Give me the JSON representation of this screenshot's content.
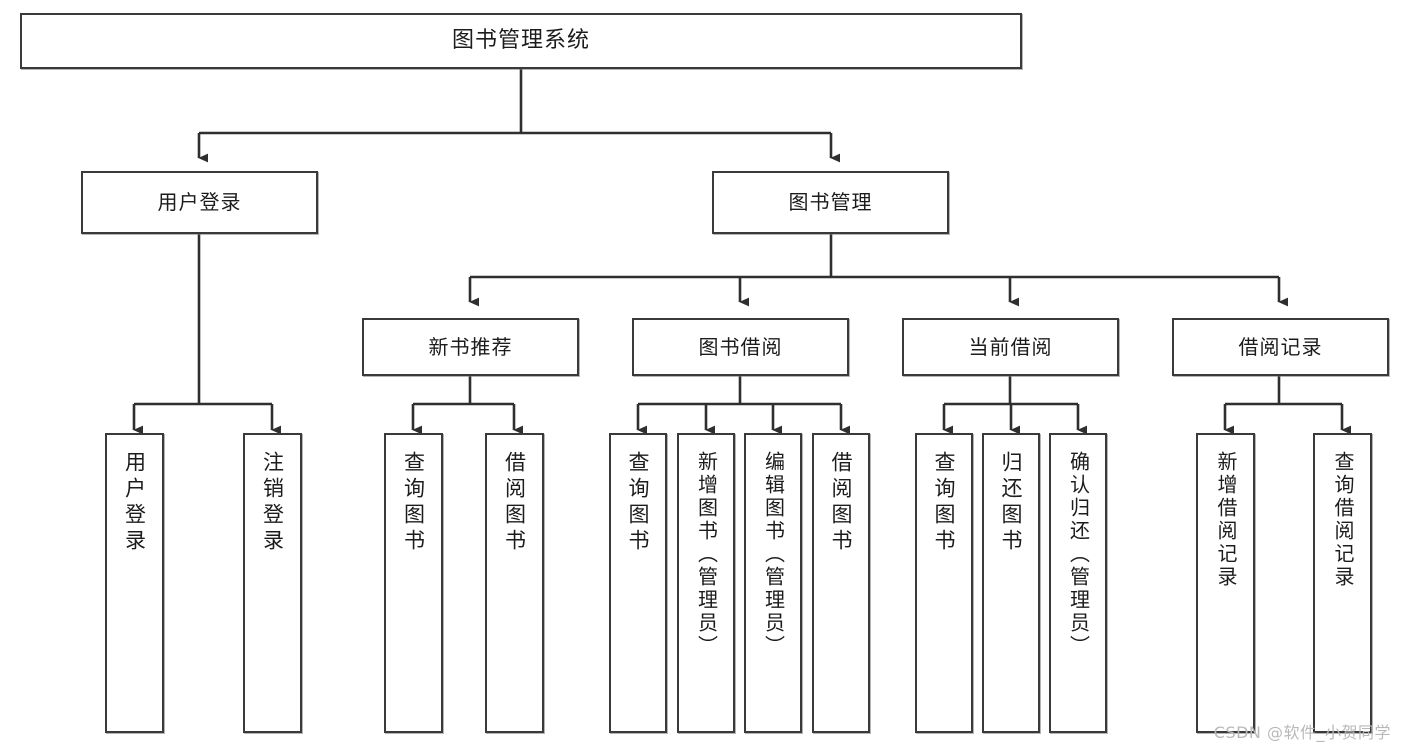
{
  "diagram": {
    "type": "tree",
    "title": "图书管理系统",
    "watermark": "CSDN @软件_小贺同学",
    "colors": {
      "box_border": "#3a3a3a",
      "box_fill": "#ffffff",
      "connector": "#2f2f2f",
      "text": "#1c1c1c",
      "watermark": "#b9b9b9"
    },
    "nodes": {
      "root": {
        "label": "图书管理系统"
      },
      "level2": [
        {
          "id": "user-login",
          "label": "用户登录"
        },
        {
          "id": "book-manage",
          "label": "图书管理"
        }
      ],
      "level3": [
        {
          "id": "new-book-recommend",
          "label": "新书推荐"
        },
        {
          "id": "book-borrow",
          "label": "图书借阅"
        },
        {
          "id": "current-borrow",
          "label": "当前借阅"
        },
        {
          "id": "borrow-record",
          "label": "借阅记录"
        }
      ],
      "leaves": [
        {
          "id": "leaf-user-login",
          "label": "用户登录",
          "parent": "user-login"
        },
        {
          "id": "leaf-user-logout",
          "label": "注销登录",
          "parent": "user-login"
        },
        {
          "id": "leaf-query-book-1",
          "label": "查询图书",
          "parent": "new-book-recommend"
        },
        {
          "id": "leaf-borrow-book-1",
          "label": "借阅图书",
          "parent": "new-book-recommend"
        },
        {
          "id": "leaf-query-book-2",
          "label": "查询图书",
          "parent": "book-borrow"
        },
        {
          "id": "leaf-add-book-admin",
          "label": "新增图书（管理员）",
          "parent": "book-borrow"
        },
        {
          "id": "leaf-edit-book-admin",
          "label": "编辑图书（管理员）",
          "parent": "book-borrow"
        },
        {
          "id": "leaf-borrow-book-2",
          "label": "借阅图书",
          "parent": "book-borrow"
        },
        {
          "id": "leaf-query-book-3",
          "label": "查询图书",
          "parent": "current-borrow"
        },
        {
          "id": "leaf-return-book",
          "label": "归还图书",
          "parent": "current-borrow"
        },
        {
          "id": "leaf-confirm-return-admin",
          "label": "确认归还（管理员）",
          "parent": "current-borrow"
        },
        {
          "id": "leaf-add-borrow-record",
          "label": "新增借阅记录",
          "parent": "borrow-record"
        },
        {
          "id": "leaf-query-borrow-record",
          "label": "查询借阅记录",
          "parent": "borrow-record"
        }
      ]
    }
  }
}
